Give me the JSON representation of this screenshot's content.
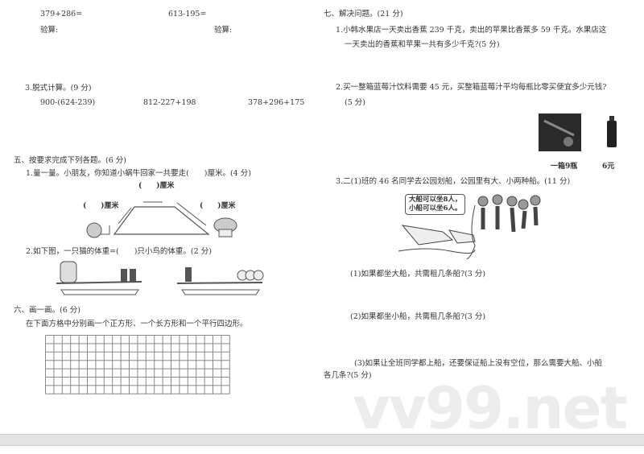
{
  "left": {
    "calc": [
      {
        "expr": "379+286=",
        "check": "验算:"
      },
      {
        "expr": "613-195=",
        "check": "验算:"
      }
    ],
    "q3": {
      "title": "3.脱式计算。(9 分)",
      "exprs": [
        "900-(624-239)",
        "812-227+198",
        "378+296+175"
      ]
    },
    "section5": {
      "title": "五、按要求完成下列各题。(6 分)",
      "q1": {
        "text": "1.量一量。小朋友，你知道小蜗牛回家一共要走(　　)厘米。(4 分)",
        "labels": [
          "(　　)厘米",
          "(　　)厘米",
          "(　　)厘米"
        ]
      },
      "q2": {
        "text": "2.如下图，一只猫的体重=(　　)只小鸟的体重。(2 分)"
      }
    },
    "section6": {
      "title": "六、画一画。(6 分)",
      "instruction": "在下面方格中分别画一个正方形、一个长方形和一个平行四边形。",
      "grid": {
        "columns": 22,
        "rows": 7
      }
    }
  },
  "right": {
    "section7": {
      "title": "七、解决问题。(21 分)",
      "q1": {
        "line1": "1.小韩水果店一天卖出香蕉 239 千克，卖出的苹果比香蕉多 59 千克。水果店这",
        "line2": "一天卖出的香蕉和苹果一共有多少千克?(5 分)"
      },
      "q2": {
        "line1": "2.买一整箱蓝莓汁饮料需要 45 元，买整箱蓝莓汁平均每瓶比零买便宜多少元钱?",
        "line2": "(5 分)",
        "box_caption": "一箱9瓶",
        "bottle_caption": "6元"
      },
      "q3": {
        "text": "3.二(1)班的 46 名同学去公园划船，公园里有大、小两种船。(11 分)",
        "bubble": [
          "大船可以坐8人，",
          "小船可以坐6人。"
        ],
        "sub1": "(1)如果都坐大船，共需租几条船?(3 分)",
        "sub2": "(2)如果都坐小船，共需租几条船?(3 分)",
        "sub3_line1": "(3)如果让全班同学都上船，还要保证船上没有空位，那么需要大船、小船",
        "sub3_line2": "各几条?(5 分)"
      }
    }
  },
  "watermark": "vv99.net"
}
